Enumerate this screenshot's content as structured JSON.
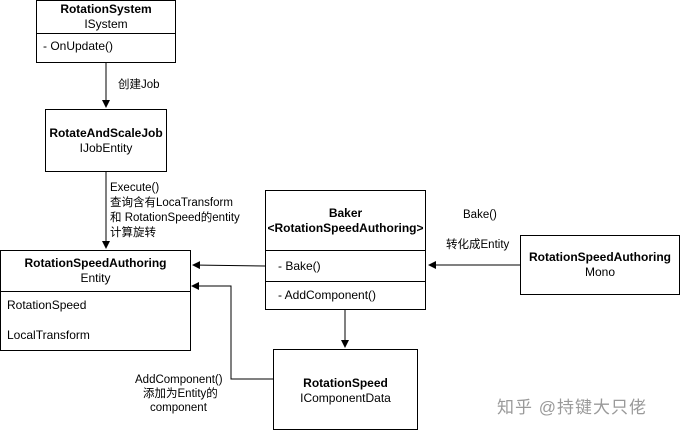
{
  "rotation_system": {
    "name": "RotationSystem",
    "stereotype": "ISystem",
    "member": "- OnUpdate()"
  },
  "rotate_job": {
    "name": "RotateAndScaleJob",
    "stereotype": "IJobEntity"
  },
  "speed_authoring_entity": {
    "name": "RotationSpeedAuthoring",
    "stereotype": "Entity",
    "fields": [
      "RotationSpeed",
      "LocalTransform"
    ]
  },
  "baker": {
    "name_line1": "Baker",
    "name_line2": "<RotationSpeedAuthoring>",
    "members": [
      "- Bake()",
      "- AddComponent()"
    ]
  },
  "speed_authoring_mono": {
    "name": "RotationSpeedAuthoring",
    "stereotype": "Mono"
  },
  "rotation_speed": {
    "name": "RotationSpeed",
    "stereotype": "IComponentData"
  },
  "labels": {
    "create_job": "创建Job",
    "execute": [
      "Execute()",
      "查询含有LocaTransform",
      "和 RotationSpeed的entity",
      "计算旋转"
    ],
    "bake": "Bake()",
    "convert_entity": "转化成Entity",
    "add_component": [
      "AddComponent()",
      "添加为Entity的",
      "component"
    ]
  },
  "watermark": "知乎 @持键大只佬"
}
